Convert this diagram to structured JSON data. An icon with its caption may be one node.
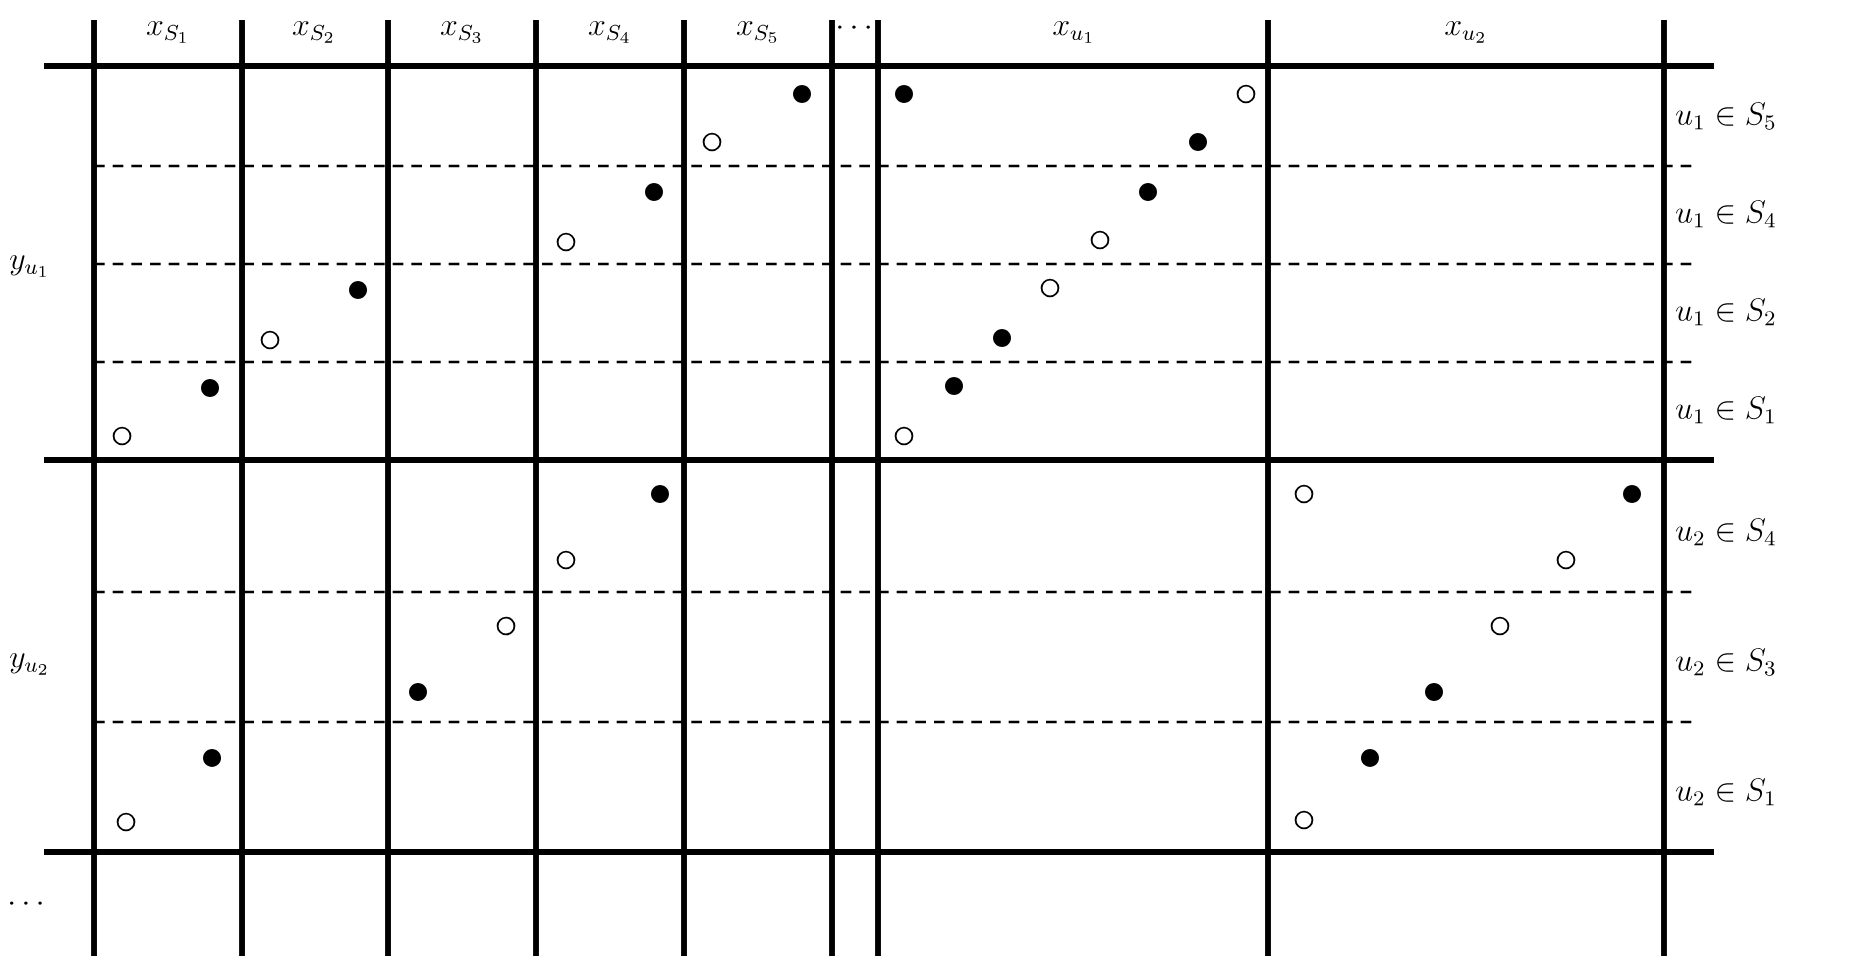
{
  "diagram": {
    "labels": [
      "x_{S_1}",
      "x_{S_2}",
      "x_{S_3}",
      "x_{S_4}",
      "x_{S_5}",
      "\\cdots",
      "x_{u_1}",
      "x_{u_2}",
      "u_1 \\in S_5",
      "y_{u_1}",
      "u_1 \\in S_4",
      "u_1 \\in S_2",
      "u_1 \\in S_1",
      "u_2 \\in S_4",
      "y_{u_2}",
      "u_2 \\in S_3",
      "u_2 \\in S_1",
      "\\cdots"
    ]
  }
}
